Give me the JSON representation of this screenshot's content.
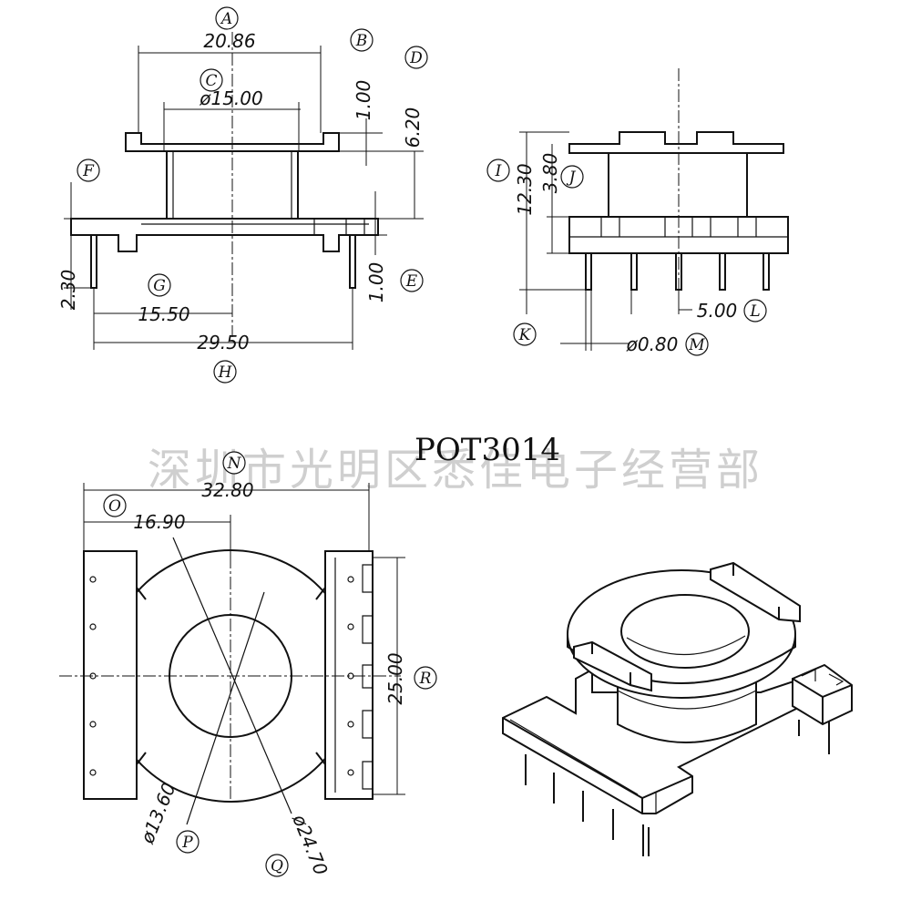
{
  "part_number": "POT3014",
  "watermark": "深圳市光明区悉佳电子经营部",
  "dimensions": {
    "A": {
      "letter": "A",
      "value": "20.86"
    },
    "B": {
      "letter": "B",
      "value": "1.00"
    },
    "C": {
      "letter": "C",
      "value": "ø15.00"
    },
    "D": {
      "letter": "D",
      "value": "6.20"
    },
    "E": {
      "letter": "E",
      "value": "1.00"
    },
    "F": {
      "letter": "F",
      "value": "2.30"
    },
    "G": {
      "letter": "G",
      "value": "15.50"
    },
    "H": {
      "letter": "H",
      "value": "29.50"
    },
    "I": {
      "letter": "I",
      "value": "12.30"
    },
    "J": {
      "letter": "J",
      "value": "3.80"
    },
    "K": {
      "letter": "K"
    },
    "L": {
      "letter": "L",
      "value": "5.00"
    },
    "M": {
      "letter": "M",
      "value": "ø0.80"
    },
    "N": {
      "letter": "N",
      "value": "32.80"
    },
    "O": {
      "letter": "O",
      "value": "16.90"
    },
    "P": {
      "letter": "P",
      "value": "ø13.60"
    },
    "Q": {
      "letter": "Q",
      "value": "ø24.70"
    },
    "R": {
      "letter": "R",
      "value": "25.00"
    }
  }
}
